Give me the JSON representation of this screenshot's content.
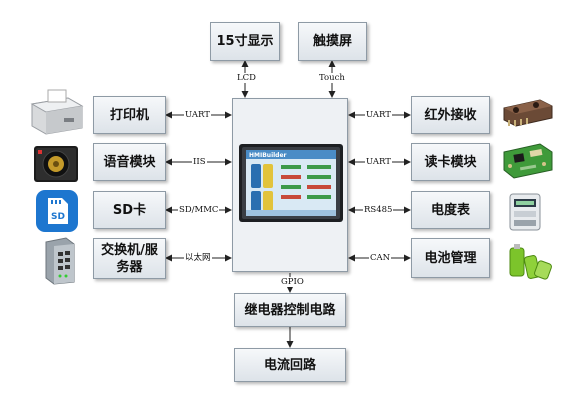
{
  "boxes": {
    "display": "15寸显示",
    "touch": "触摸屏",
    "printer": "打印机",
    "voice": "语音模块",
    "sd": "SD卡",
    "switch": "交换机/服\n务器",
    "infrared": "红外接收",
    "card_reader": "读卡模块",
    "meter": "电度表",
    "battery": "电池管理",
    "relay": "继电器控制电路",
    "current": "电流回路"
  },
  "links": {
    "lcd": "LCD",
    "touch": "Touch",
    "printer": "UART",
    "voice": "IIS",
    "sd": "SD/MMC",
    "switch": "以太网",
    "infrared": "UART",
    "card_reader": "UART",
    "meter": "RS485",
    "battery": "CAN",
    "gpio": "GPIO"
  },
  "screen": {
    "app_title": "HMIBuilder"
  },
  "device_icons": {
    "printer": "receipt-printer-icon",
    "voice": "speaker-module-icon",
    "sd": "sd-card-icon",
    "switch": "network-switch-icon",
    "infrared": "ir-receiver-icon",
    "card_reader": "card-reader-board-icon",
    "meter": "energy-meter-icon",
    "battery": "battery-icon"
  },
  "colors": {
    "box_border": "#8e9aa5",
    "line": "#222222",
    "sd_blue": "#1d76cf",
    "pcb_green": "#3f9a3a",
    "battery_green": "#7cc42b"
  }
}
